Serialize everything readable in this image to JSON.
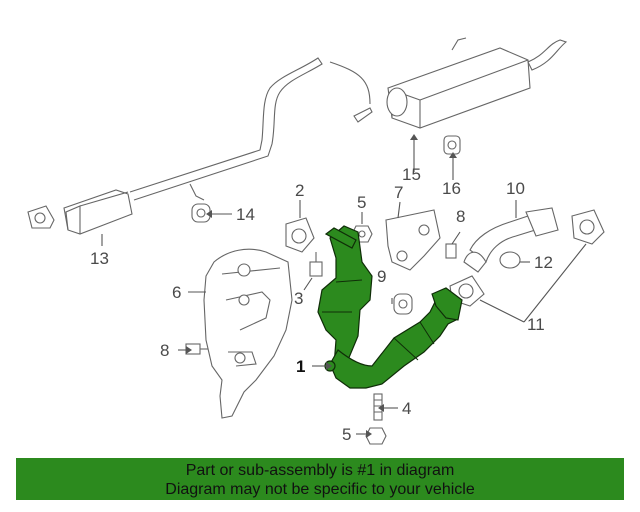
{
  "callouts": {
    "c1": "1",
    "c2": "2",
    "c3": "3",
    "c4": "4",
    "c5a": "5",
    "c5b": "5",
    "c6": "6",
    "c7": "7",
    "c8a": "8",
    "c8b": "8",
    "c9": "9",
    "c10": "10",
    "c11": "11",
    "c12": "12",
    "c13": "13",
    "c14": "14",
    "c15": "15",
    "c16": "16"
  },
  "highlighted_part": "1",
  "colors": {
    "highlight": "#2c8a1e",
    "banner": "#2c8a1e",
    "line": "#666666"
  },
  "banner": {
    "line1": "Part or sub-assembly is #1 in diagram",
    "line2": "Diagram may not be specific to your vehicle"
  }
}
